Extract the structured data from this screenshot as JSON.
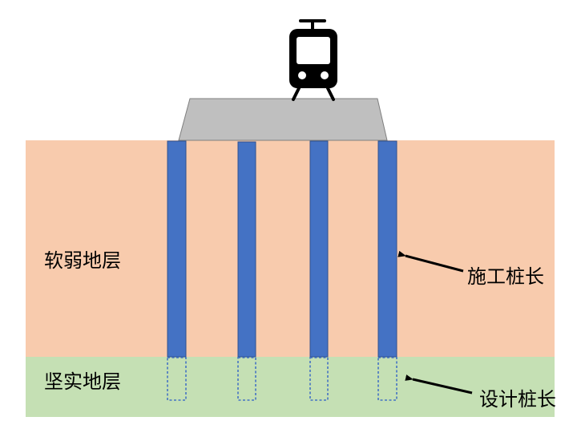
{
  "labels": {
    "soft_layer": "软弱地层",
    "hard_layer": "坚实地层",
    "construction_length": "施工桩长",
    "design_length": "设计桩长"
  },
  "colors": {
    "soft_layer": "#f8cbad",
    "hard_layer": "#c5e0b4",
    "pile": "#4472c4",
    "pile_border": "#2f528f",
    "embankment": "#bfbfbf",
    "embankment_border": "#7f7f7f",
    "design_dash": "#4472c4",
    "arrow": "#000000",
    "train": "#000000"
  },
  "icons": {
    "train": "tram-icon"
  }
}
